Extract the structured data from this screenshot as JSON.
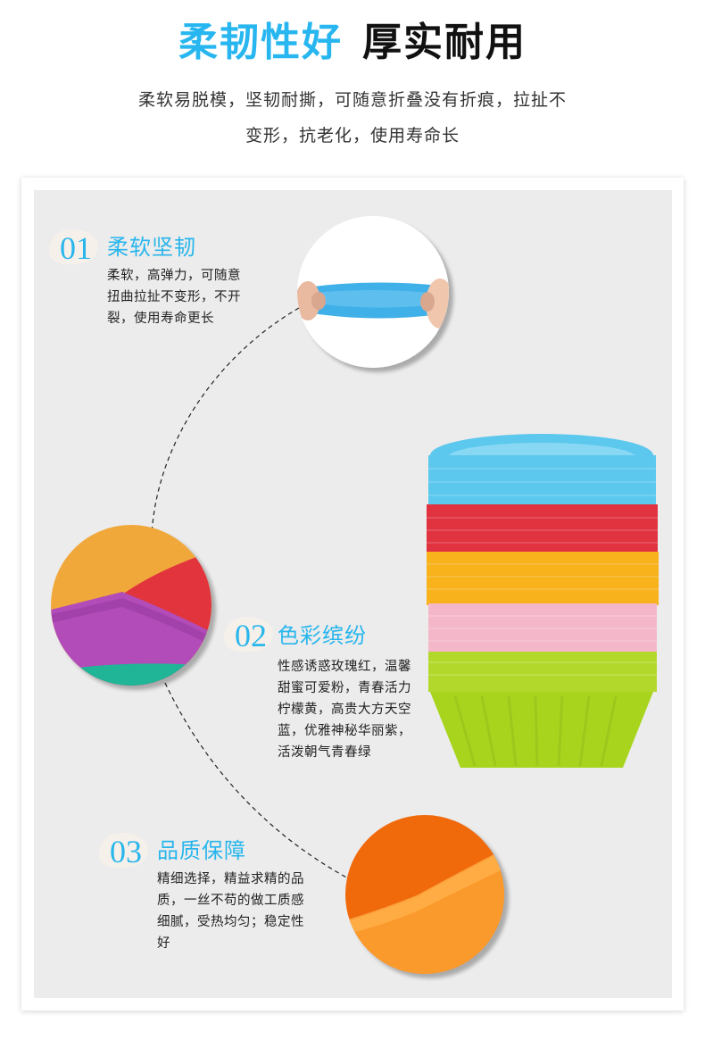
{
  "header": {
    "title_accent": "柔韧性好",
    "title_dark": "厚实耐用",
    "subtitle_line1": "柔软易脱模，坚韧耐撕，可随意折叠没有折痕，拉扯不",
    "subtitle_line2": "变形，抗老化，使用寿命长"
  },
  "features": [
    {
      "number": "01",
      "title": "柔软坚韧",
      "body": [
        "柔软，高弹力，可随意",
        "扭曲拉扯不变形，不开",
        "裂，使用寿命更长"
      ],
      "image": "stretched-blue-silicone-cup"
    },
    {
      "number": "02",
      "title": "色彩缤纷",
      "body": [
        "性感诱惑玫瑰红，温馨",
        "甜蜜可爱粉，青春活力",
        "柠檬黄，高贵大方天空",
        "蓝，优雅神秘华丽紫，",
        "活泼朝气青春绿"
      ],
      "image": "colorful-cup-edges-closeup"
    },
    {
      "number": "03",
      "title": "品质保障",
      "body": [
        "精细选择，精益求精的品",
        "质，一丝不苟的做工质感",
        "细腻，受热均匀；稳定性",
        "好"
      ],
      "image": "orange-cup-closeup"
    }
  ],
  "product_stack": {
    "image": "stacked-silicone-cupcake-cups",
    "colors": [
      "#5cc8ee",
      "#e0323f",
      "#f7b21c",
      "#f4b7c9",
      "#b3d82c"
    ]
  },
  "colors": {
    "accent": "#27b6ef",
    "panel_bg": "#ececec",
    "text": "#222222"
  }
}
